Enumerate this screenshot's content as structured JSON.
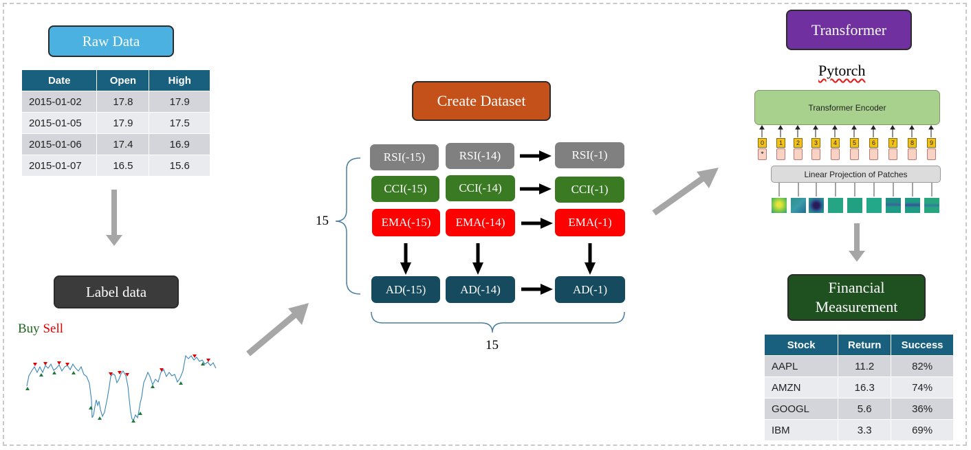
{
  "raw": {
    "title": "Raw Data",
    "headers": [
      "Date",
      "Open",
      "High"
    ],
    "rows": [
      [
        "2015-01-02",
        "17.8",
        "17.9"
      ],
      [
        "2015-01-05",
        "17.9",
        "17.5"
      ],
      [
        "2015-01-06",
        "17.4",
        "16.9"
      ],
      [
        "2015-01-07",
        "16.5",
        "15.6"
      ]
    ]
  },
  "label": {
    "title": "Label data",
    "buy": "Buy",
    "sell": "Sell"
  },
  "dataset": {
    "title": "Create Dataset",
    "rsi": [
      "RSI(-15)",
      "RSI(-14)",
      "RSI(-1)"
    ],
    "cci": [
      "CCI(-15)",
      "CCI(-14)",
      "CCI(-1)"
    ],
    "ema": [
      "EMA(-15)",
      "EMA(-14)",
      "EMA(-1)"
    ],
    "ad": [
      "AD(-15)",
      "AD(-14)",
      "AD(-1)"
    ],
    "brace_left": "15",
    "brace_bottom": "15"
  },
  "model": {
    "title": "Transformer",
    "framework": "Pytorch",
    "encoder": "Transformer Encoder",
    "projection": "Linear Projection of Patches",
    "tokens": [
      "0",
      "1",
      "2",
      "3",
      "4",
      "5",
      "6",
      "7",
      "8",
      "9"
    ],
    "cls_mark": "*"
  },
  "measure": {
    "title_line1": "Financial",
    "title_line2": "Measurement",
    "headers": [
      "Stock",
      "Return",
      "Success"
    ],
    "rows": [
      [
        "AAPL",
        "11.2",
        "82%"
      ],
      [
        "AMZN",
        "16.3",
        "74%"
      ],
      [
        "GOOGL",
        "5.6",
        "36%"
      ],
      [
        "IBM",
        "3.3",
        "69%"
      ]
    ]
  },
  "colors": {
    "raw_box": "#4ab1e0",
    "label_box": "#3b3b3b",
    "dataset_box": "#c5511a",
    "transformer_box": "#7030a0",
    "measure_box": "#1e5020",
    "rsi": "#808080",
    "cci": "#3a7a23",
    "ema": "#ff0000",
    "ad": "#164a5e",
    "table_header": "#19607f",
    "encoder": "#a9d18e"
  },
  "icons": [
    "down-arrow-icon",
    "diagonal-arrow-icon",
    "right-arrow-icon",
    "curly-brace-icon",
    "buy-marker-icon",
    "sell-marker-icon"
  ]
}
